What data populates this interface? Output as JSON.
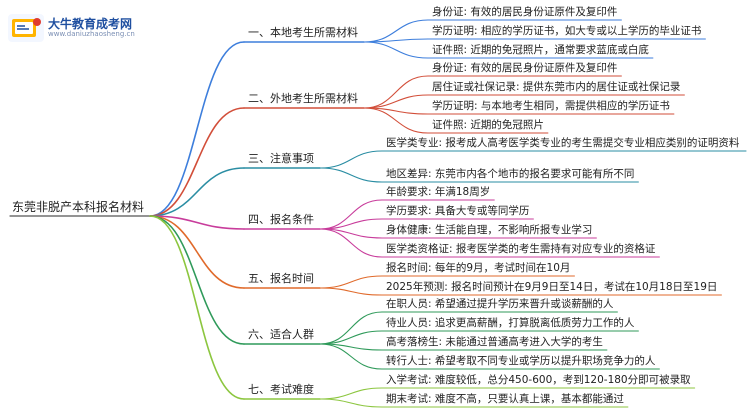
{
  "logo": {
    "name": "大牛教育成考网",
    "url": "www.daniuzhaosheng.cn"
  },
  "root": {
    "label": "东莞非脱产本科报名材料"
  },
  "branches": [
    {
      "label": "一、本地考生所需材料",
      "color": "#3d7edc",
      "leaves": [
        "身份证: 有效的居民身份证原件及复印件",
        "学历证明: 相应的学历证书，如大专或以上学历的毕业证书",
        "证件照: 近期的免冠照片，通常要求蓝底或白底"
      ]
    },
    {
      "label": "二、外地考生所需材料",
      "color": "#d24e39",
      "leaves": [
        "身份证: 有效的居民身份证原件及复印件",
        "居住证或社保记录: 提供东莞市内的居住证或社保记录",
        "学历证明: 与本地考生相同，需提供相应的学历证书",
        "证件照: 近期的免冠照片"
      ]
    },
    {
      "label": "三、注意事项",
      "color": "#2a8da3",
      "leaves": [
        "医学类专业: 报考成人高考医学类专业的考生需提交专业相应类别的证明资料",
        "地区差异: 东莞市内各个地市的报名要求可能有所不同"
      ]
    },
    {
      "label": "四、报名条件",
      "color": "#c83c9b",
      "leaves": [
        "年龄要求: 年满18周岁",
        "学历要求: 具备大专或等同学历",
        "身体健康: 生活能自理，不影响所报专业学习",
        "医学类资格证: 报考医学类的考生需持有对应专业的资格证"
      ]
    },
    {
      "label": "五、报名时间",
      "color": "#e06a2b",
      "leaves": [
        "报名时间: 每年的9月，考试时间在10月",
        "2025年预测: 报名时间预计在9月9日至14日，考试在10月18日至19日"
      ]
    },
    {
      "label": "六、适合人群",
      "color": "#2f9a5a",
      "leaves": [
        "在职人员: 希望通过提升学历来晋升或谈薪酬的人",
        "待业人员: 追求更高薪酬，打算脱离低质劳力工作的人",
        "高考落榜生: 未能通过普通高考进入大学的考生",
        "转行人士: 希望考取不同专业或学历以提升职场竞争力的人"
      ]
    },
    {
      "label": "七、考试难度",
      "color": "#8cc63f",
      "leaves": [
        "入学考试: 难度较低，总分450-600，考到120-180分即可被录取",
        "期末考试: 难度不高，只要认真上课，基本都能通过"
      ]
    }
  ]
}
